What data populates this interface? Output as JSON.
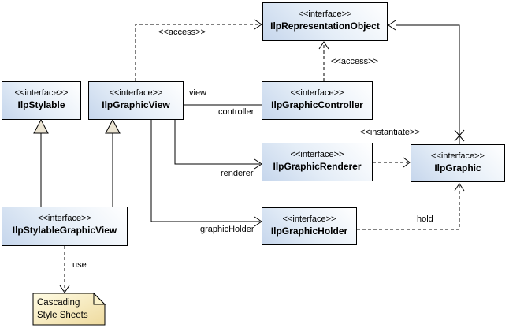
{
  "diagram": {
    "background": "#ffffff",
    "box_border": "#000000",
    "box_gradient_start": "#c6d6ec",
    "box_gradient_end": "#ffffff",
    "triangle_fill": "#ece5d3",
    "note_gradient_start": "#fffce4",
    "note_gradient_end": "#eeda9e"
  },
  "boxes": [
    {
      "stereotype": "<<interface>>",
      "name": "IlpRepresentationObject"
    },
    {
      "stereotype": "<<interface>>",
      "name": "IlpStylable"
    },
    {
      "stereotype": "<<interface>>",
      "name": "IlpGraphicView"
    },
    {
      "stereotype": "<<interface>>",
      "name": "IlpGraphicController"
    },
    {
      "stereotype": "<<interface>>",
      "name": "IlpGraphicRenderer"
    },
    {
      "stereotype": "<<interface>>",
      "name": "IlpGraphic"
    },
    {
      "stereotype": "<<interface>>",
      "name": "IlpGraphicHolder"
    },
    {
      "stereotype": "<<interface>>",
      "name": "IlpStylableGraphicView"
    }
  ],
  "labels": {
    "access_view": "<<access>>",
    "access_controller": "<<access>>",
    "view": "view",
    "controller": "controller",
    "renderer": "renderer",
    "graphic_holder": "graphicHolder",
    "instantiate": "<<instantiate>>",
    "hold": "hold",
    "use": "use"
  },
  "note": {
    "line1": "Cascading",
    "line2": "Style Sheets"
  }
}
